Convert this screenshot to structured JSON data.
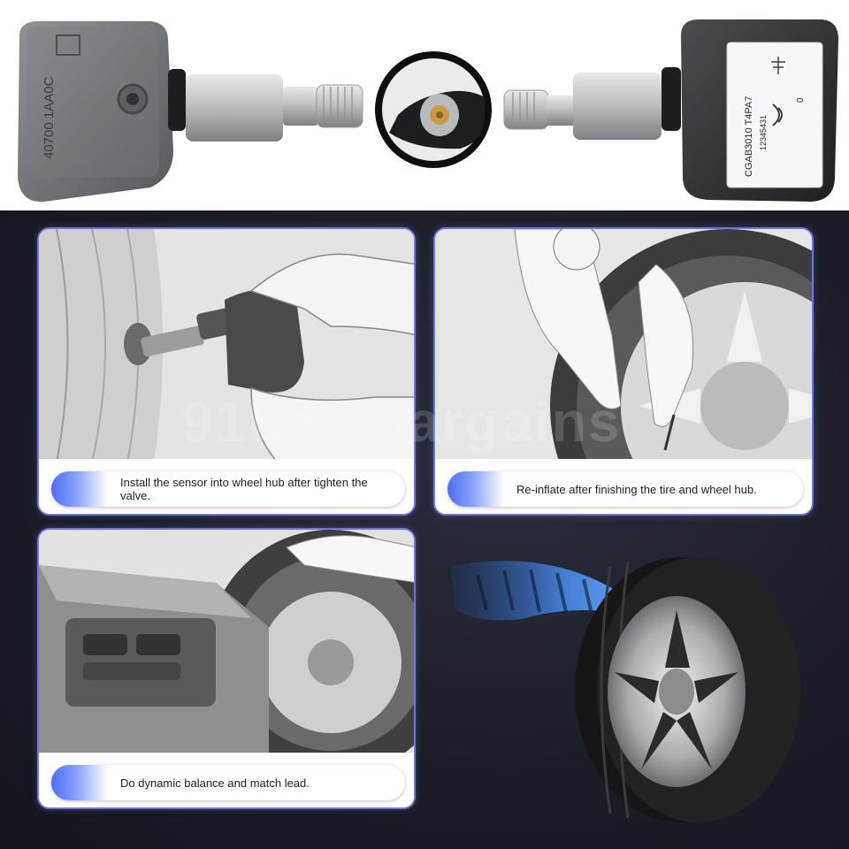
{
  "product": {
    "left_sensor_marking": "40700 1AA0C",
    "right_sensor_label_lines": [
      "CGAB3010 T4PA7",
      "12345431",
      "0"
    ]
  },
  "steps": [
    {
      "caption": "Install the sensor into wheel hub after  tighten the valve."
    },
    {
      "caption": "Re-inflate after finishing the tire and wheel hub."
    },
    {
      "caption": "Do dynamic balance and match lead."
    }
  ],
  "watermark": "91bestbargains",
  "colors": {
    "background": "#1a1c26",
    "panel_border": "#6c78d8",
    "caption_accent": "#4c6ef0",
    "tread_blue": "#4a8be8"
  }
}
